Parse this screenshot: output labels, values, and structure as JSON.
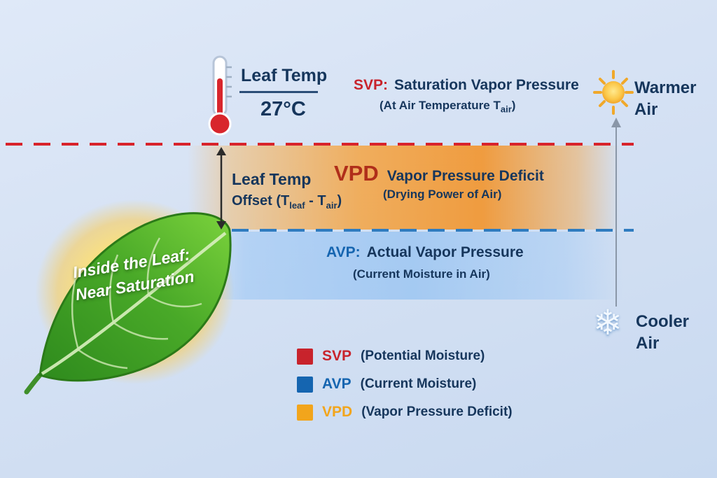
{
  "colors": {
    "svp_red": "#c8232c",
    "avp_blue": "#1565b0",
    "vpd_orange": "#f2a51c",
    "navy": "#16365c"
  },
  "leaf_temp": {
    "label": "Leaf Temp",
    "value": "27°C"
  },
  "svp_heading": {
    "abbr": "SVP:",
    "title": "Saturation Vapor Pressure",
    "subtitle_prefix": "(At Air Temperature T",
    "subtitle_sub": "air",
    "subtitle_suffix": ")"
  },
  "offset_label": {
    "line1": "Leaf Temp",
    "line2_prefix": "Offset (T",
    "sub1": "leaf",
    "mid": " - T",
    "sub2": "air",
    "suffix": ")"
  },
  "vpd_heading": {
    "abbr": "VPD",
    "title": "Vapor Pressure Deficit",
    "subtitle": "(Drying Power of Air)"
  },
  "avp_heading": {
    "abbr": "AVP:",
    "title": "Actual Vapor Pressure",
    "subtitle": "(Current Moisture in Air)"
  },
  "leaf_caption": {
    "line1": "Inside the Leaf:",
    "line2": "Near Saturation"
  },
  "air_labels": {
    "warm_line1": "Warmer",
    "warm_line2": "Air",
    "cool_line1": "Cooler",
    "cool_line2": "Air"
  },
  "legend": {
    "items": [
      {
        "abbr": "SVP",
        "desc": "(Potential Moisture)",
        "color": "#c8232c"
      },
      {
        "abbr": "AVP",
        "desc": "(Current Moisture)",
        "color": "#1565b0"
      },
      {
        "abbr": "VPD",
        "desc": "(Vapor Pressure Deficit)",
        "color": "#f2a51c"
      }
    ]
  }
}
